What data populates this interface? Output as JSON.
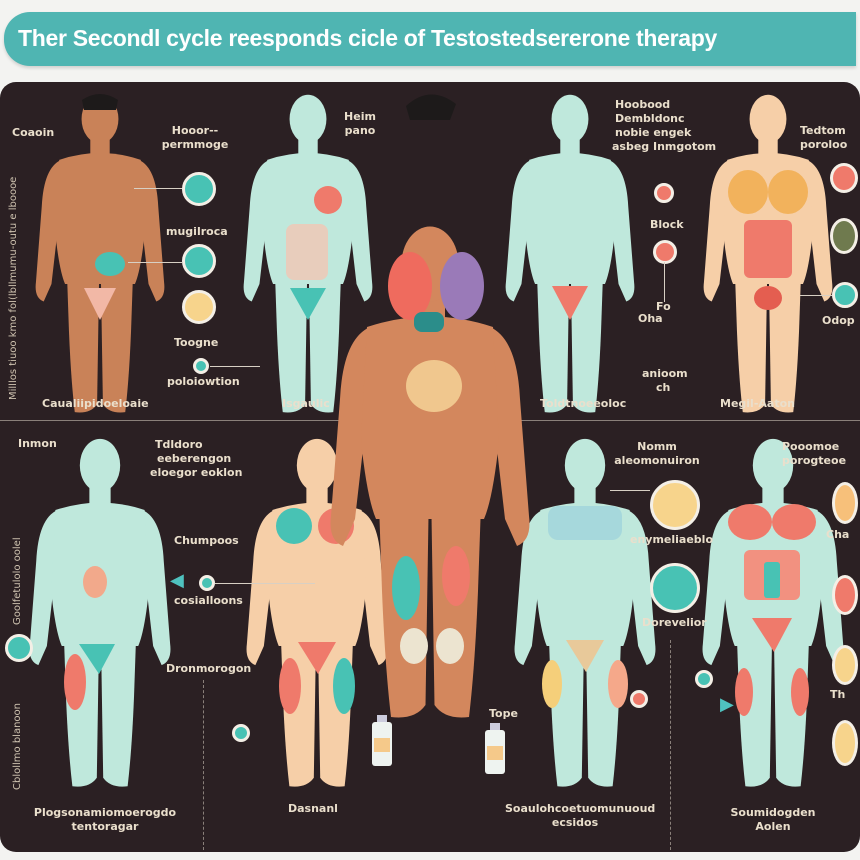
{
  "title": "Ther Secondl cycle reesponds cicle of Testostedsererone therapy",
  "colors": {
    "teal": "#4fb5b2",
    "panel": "#2b2023",
    "coral": "#ef7a6b",
    "mint": "#bfe8dc",
    "skin_brown": "#c98258",
    "skin_peach": "#f6cfa8"
  },
  "top_row": {
    "figure1": {
      "name": "Coaoin",
      "label_top": "Hooor-- permmoge",
      "callout_1": "mugilroca",
      "callout_2": "Toogne",
      "callout_3": "poloiowtion",
      "caption": "Caualiipidoeloaie"
    },
    "figure2": {
      "name": "Heim pano",
      "caption": "Isgaulic"
    },
    "figure3": {
      "note": [
        "Hoobood",
        "Dembldonc",
        "nobie engek",
        "asbeg Inmgotom"
      ],
      "callout_1": "Block",
      "callout_2": "Fo",
      "callout_3": "Oha",
      "callout_4": "anioom",
      "callout_5": "ch",
      "caption": "Toldtnoeeoloc"
    },
    "figure4": {
      "name": "Tedtom poroloo",
      "callout_1": "Odop",
      "caption": "Megil-Aaton"
    },
    "side_text": "Milllos tiuoo kmo fol(lbllmumu-outu e lboooe"
  },
  "bottom_row": {
    "figure1": {
      "name": "Inmon",
      "side_text_1": "Goolfetulolo oolel",
      "side_text_2": "Cblollmo blanoon",
      "caption": "Plogsonamiomoerogdo tentoragar"
    },
    "middle_notes": {
      "note": [
        "Tdldoro",
        "eeberengon",
        "eloegor eoklon"
      ],
      "callout_1": "Chumpoos",
      "callout_2": "cosialloons",
      "callout_3": "Dronmorogon"
    },
    "figure2": {
      "caption": "Dasnanl"
    },
    "figure3": {
      "name": "Nomm aleomonuiron",
      "callout_1": "enymeliaeblo",
      "callout_2": "Dorevelior",
      "bottle_label": "Tope",
      "caption": "Soaulohcoetuomunuoud ecsidos"
    },
    "figure4": {
      "name": "Pooomoe porogteoe",
      "callout_1": "Cha",
      "callout_2": "Th",
      "caption": "Soumidogden Aolen"
    }
  }
}
